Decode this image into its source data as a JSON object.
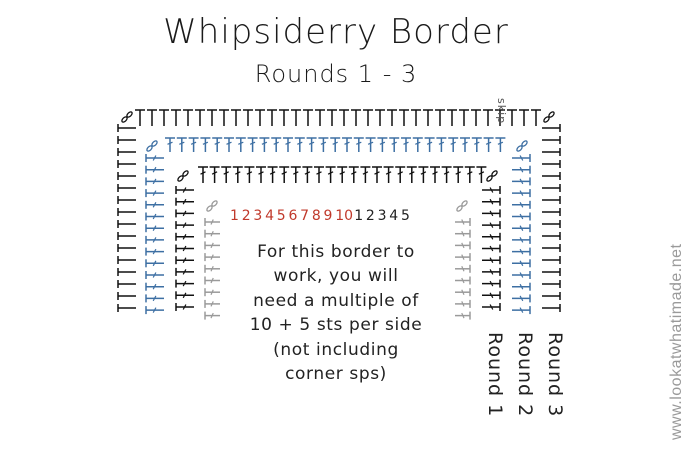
{
  "title": "Whipsiderry Border",
  "subtitle": "Rounds 1 - 3",
  "note_lines": [
    "For this border to",
    "work, you will",
    "need a multiple of",
    "10 + 5 sts per side",
    "(not including",
    "corner sps)"
  ],
  "skip_label": "skip",
  "round_labels": [
    "Round 1",
    "Round 2",
    "Round 3"
  ],
  "stitch_count_red": [
    "1",
    "2",
    "3",
    "4",
    "5",
    "6",
    "7",
    "8",
    "9",
    "10"
  ],
  "stitch_count_dark": [
    "1",
    "2",
    "3",
    "4",
    "5"
  ],
  "watermark": "www.lookatwhatimade.net",
  "colors": {
    "round1": "#9a9a9a",
    "round2": "#3d6fa3",
    "round3": "#111111",
    "count_red": "#c0392b",
    "count_dark": "#222222"
  }
}
